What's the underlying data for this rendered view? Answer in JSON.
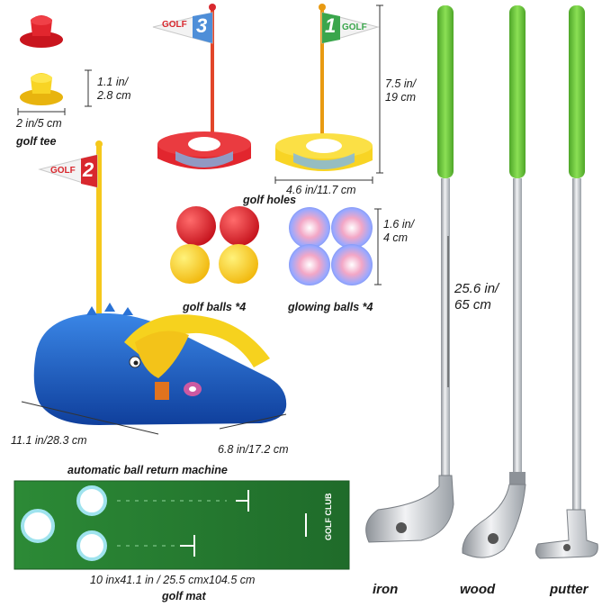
{
  "labels": {
    "golf_tee": "golf tee",
    "golf_holes": "golf holes",
    "golf_balls": "golf balls *4",
    "glowing_balls": "glowing balls *4",
    "machine": "automatic ball return machine",
    "golf_mat": "golf mat",
    "iron": "iron",
    "wood": "wood",
    "putter": "putter"
  },
  "dimensions": {
    "tee_height_1": "1.1 in/",
    "tee_height_2": "2.8 cm",
    "tee_width": "2 in/5 cm",
    "flag_height_1": "7.5 in/",
    "flag_height_2": "19 cm",
    "hole_width": "4.6 in/11.7 cm",
    "ball_1": "1.6 in/",
    "ball_2": "4 cm",
    "club_1": "25.6 in/",
    "club_2": "65 cm",
    "machine_length": "11.1 in/28.3 cm",
    "machine_width": "6.8 in/17.2 cm",
    "mat_size": "10 inx41.1 in / 25.5 cmx104.5 cm"
  },
  "flags": {
    "flag1": {
      "word": "GOLF",
      "number": "1"
    },
    "flag2": {
      "word": "GOLF",
      "number": "2"
    },
    "flag3": {
      "word": "GOLF",
      "number": "3"
    }
  },
  "mat": {
    "brand": "GOLF CLUB"
  },
  "colors": {
    "red": "#d8282e",
    "yellow": "#f6d21e",
    "blue": "#1e5fc0",
    "green_mat": "#2f8f3a",
    "grip": "#6cc23a",
    "silver": "#c9ccd1"
  }
}
